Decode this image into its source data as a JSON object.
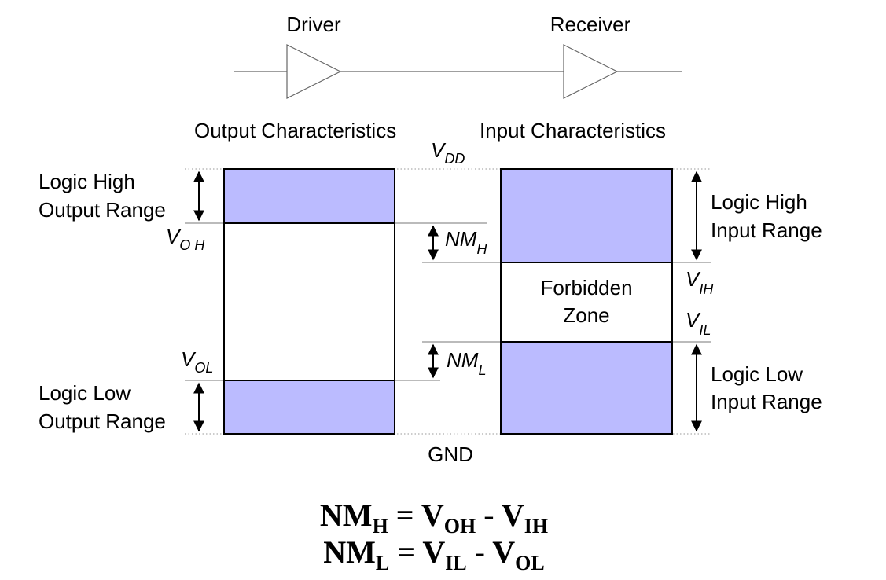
{
  "header": {
    "driver": "Driver",
    "receiver": "Receiver"
  },
  "output": {
    "title": "Output Characteristics"
  },
  "input": {
    "title": "Input Characteristics"
  },
  "levels": {
    "vdd_main": "V",
    "vdd_sub": "DD",
    "gnd": "GND",
    "voh_main": "V",
    "voh_sub": "O H",
    "vol_main": "V",
    "vol_sub": "OL",
    "vih_main": "V",
    "vih_sub": "IH",
    "vil_main": "V",
    "vil_sub": "IL"
  },
  "ranges": {
    "out_high_1": "Logic High",
    "out_high_2": "Output Range",
    "out_low_1": "Logic Low",
    "out_low_2": "Output Range",
    "in_high_1": "Logic High",
    "in_high_2": "Input Range",
    "in_low_1": "Logic Low",
    "in_low_2": "Input Range",
    "forbidden_1": "Forbidden",
    "forbidden_2": "Zone"
  },
  "margins": {
    "nmh_main": "NM",
    "nmh_sub": "H",
    "nml_main": "NM",
    "nml_sub": "L"
  },
  "equations": {
    "eq1": {
      "a": "NM",
      "a_sub": "H",
      "eq": " = ",
      "b": "V",
      "b_sub": "OH",
      "minus": " - ",
      "c": "V",
      "c_sub": "IH"
    },
    "eq2": {
      "a": "NM",
      "a_sub": "L",
      "eq": " = ",
      "b": "V",
      "b_sub": "IL",
      "minus": " - ",
      "c": "V",
      "c_sub": "OL"
    }
  },
  "colors": {
    "fill": "#bbbbff",
    "line": "#000000",
    "dotted": "#999999"
  }
}
